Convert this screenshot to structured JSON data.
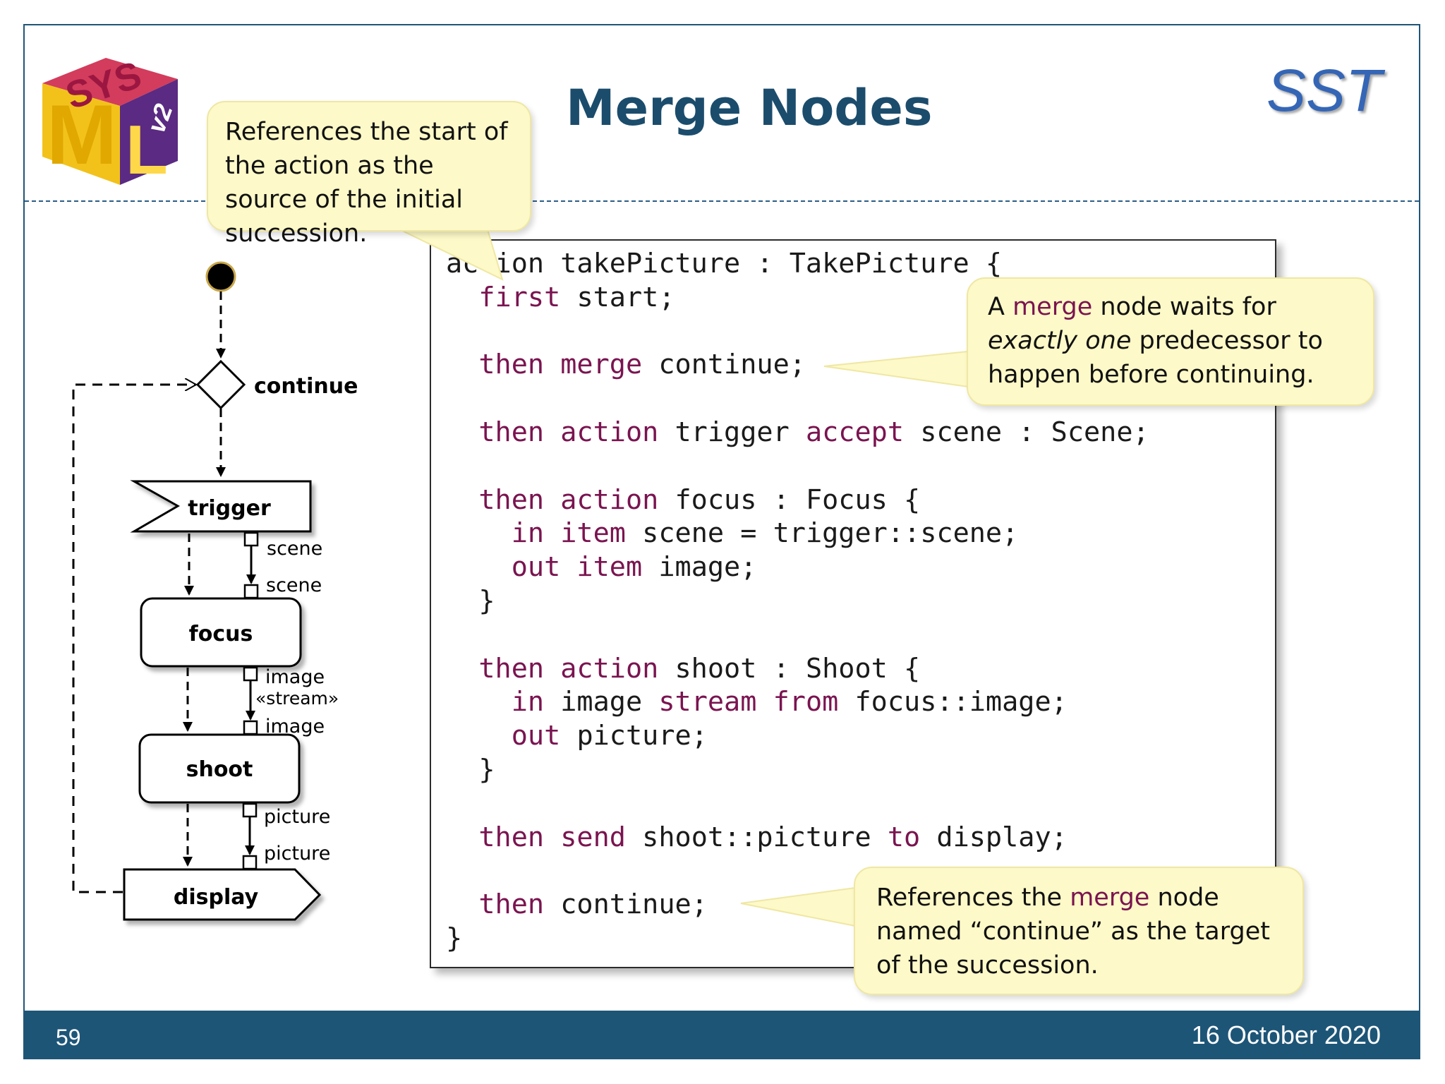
{
  "slide": {
    "title": "Merge Nodes",
    "brand": "SST",
    "page_number": "59",
    "date": "16 October 2020"
  },
  "logo": {
    "text": "SysML v2"
  },
  "callouts": {
    "start": {
      "text": "References the start of the action as the source of the initial succession."
    },
    "merge": {
      "pre": "A ",
      "hl": "merge",
      "mid": " node waits for ",
      "em": "exactly one",
      "post": " predecessor to happen before continuing."
    },
    "target": {
      "pre": "References the ",
      "hl": "merge",
      "post": " node named “continue” as the target of the succession."
    }
  },
  "code": {
    "lines": [
      [
        [
          "n",
          "action takePicture : TakePicture {"
        ]
      ],
      [
        [
          "n",
          "  "
        ],
        [
          "k",
          "first"
        ],
        [
          "n",
          " start;"
        ]
      ],
      [
        [
          "n",
          ""
        ]
      ],
      [
        [
          "n",
          "  "
        ],
        [
          "k",
          "then merge"
        ],
        [
          "n",
          " continue;"
        ]
      ],
      [
        [
          "n",
          ""
        ]
      ],
      [
        [
          "n",
          "  "
        ],
        [
          "k",
          "then action"
        ],
        [
          "n",
          " trigger "
        ],
        [
          "k",
          "accept"
        ],
        [
          "n",
          " scene : Scene;"
        ]
      ],
      [
        [
          "n",
          ""
        ]
      ],
      [
        [
          "n",
          "  "
        ],
        [
          "k",
          "then action"
        ],
        [
          "n",
          " focus : Focus {"
        ]
      ],
      [
        [
          "n",
          "    "
        ],
        [
          "k",
          "in item"
        ],
        [
          "n",
          " scene = trigger::scene;"
        ]
      ],
      [
        [
          "n",
          "    "
        ],
        [
          "k",
          "out item"
        ],
        [
          "n",
          " image;"
        ]
      ],
      [
        [
          "n",
          "  }"
        ]
      ],
      [
        [
          "n",
          ""
        ]
      ],
      [
        [
          "n",
          "  "
        ],
        [
          "k",
          "then action"
        ],
        [
          "n",
          " shoot : Shoot {"
        ]
      ],
      [
        [
          "n",
          "    "
        ],
        [
          "k",
          "in"
        ],
        [
          "n",
          " image "
        ],
        [
          "k",
          "stream from"
        ],
        [
          "n",
          " focus::image;"
        ]
      ],
      [
        [
          "n",
          "    "
        ],
        [
          "k",
          "out"
        ],
        [
          "n",
          " picture;"
        ]
      ],
      [
        [
          "n",
          "  }"
        ]
      ],
      [
        [
          "n",
          ""
        ]
      ],
      [
        [
          "n",
          "  "
        ],
        [
          "k",
          "then send"
        ],
        [
          "n",
          " shoot::picture "
        ],
        [
          "k",
          "to"
        ],
        [
          "n",
          " display;"
        ]
      ],
      [
        [
          "n",
          ""
        ]
      ],
      [
        [
          "n",
          "  "
        ],
        [
          "k",
          "then"
        ],
        [
          "n",
          " continue;"
        ]
      ],
      [
        [
          "n",
          "}"
        ]
      ]
    ]
  },
  "diagram": {
    "merge_label": "continue",
    "trigger_label": "trigger",
    "focus_label": "focus",
    "shoot_label": "shoot",
    "display_label": "display",
    "pin_scene_out": "scene",
    "pin_scene_in": "scene",
    "pin_image_out": "image",
    "stream_label": "«stream»",
    "pin_image_in": "image",
    "pin_picture_out": "picture",
    "pin_picture_in": "picture"
  },
  "colors": {
    "keyword": "#7a1450",
    "title": "#1b4c6c",
    "footer": "#1d5577",
    "callout_fill": "#fdf9c8",
    "brand": "#3566b6"
  }
}
